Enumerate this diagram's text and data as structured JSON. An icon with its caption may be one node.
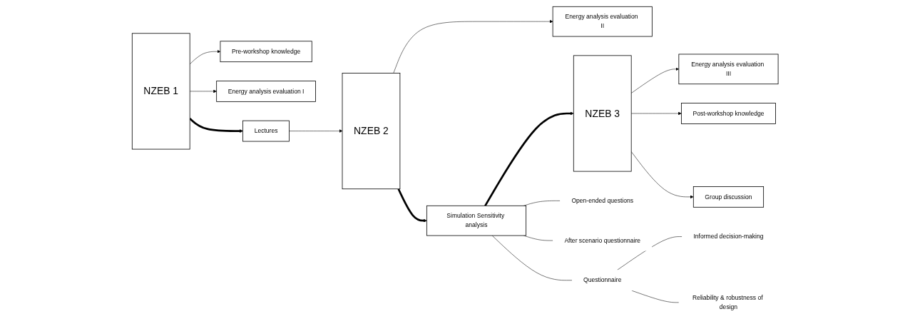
{
  "diagram": {
    "nodes": [
      {
        "text": [
          "Pre-workshop knowledge"
        ]
      },
      {
        "text": [
          "NZEB 1"
        ]
      },
      {
        "text": [
          "Energy analysis evaluation I"
        ]
      },
      {
        "text": [
          "Lectures"
        ]
      },
      {
        "text": [
          "NZEB 2"
        ]
      },
      {
        "text": [
          "Energy analysis evaluation II"
        ]
      },
      {
        "text": [
          "Simulation Sensitivity analysis"
        ]
      },
      {
        "text": [
          "NZEB 3"
        ]
      },
      {
        "text": [
          "Energy analysis evaluation III"
        ]
      },
      {
        "text": [
          "Post-workshop knowledge"
        ]
      },
      {
        "text": [
          "Group discussion"
        ]
      },
      {
        "text": [
          "Open-ended questions"
        ]
      },
      {
        "text": [
          "After scenario questionnaire"
        ]
      },
      {
        "text": [
          "Questionnaire"
        ]
      },
      {
        "text": [
          "Informed decision-making"
        ]
      },
      {
        "text": [
          "Reliability & robustness of design"
        ]
      }
    ],
    "edges": [
      {
        "from": 1,
        "to": 0,
        "arrow": "to"
      },
      {
        "from": 1,
        "to": 2,
        "arrow": "to"
      },
      {
        "from": 1,
        "to": 3,
        "arrow": "to",
        "style": "thick"
      },
      {
        "from": 3,
        "to": 4,
        "arrow": "to"
      },
      {
        "from": 4,
        "to": 5,
        "arrow": "to"
      },
      {
        "from": 4,
        "to": 6,
        "arrow": "to",
        "style": "thick"
      },
      {
        "from": 6,
        "to": 7,
        "arrow": "to",
        "style": "thick"
      },
      {
        "from": 7,
        "to": 8,
        "arrow": "to"
      },
      {
        "from": 7,
        "to": 9,
        "arrow": "to"
      },
      {
        "from": 7,
        "to": 10,
        "arrow": "to"
      },
      {
        "from": 6,
        "to": 11,
        "arrow": "none"
      },
      {
        "from": 6,
        "to": 12,
        "arrow": "none"
      },
      {
        "from": 6,
        "to": 13,
        "arrow": "none"
      },
      {
        "from": 13,
        "to": 14,
        "arrow": "none"
      },
      {
        "from": 13,
        "to": 15,
        "arrow": "none"
      }
    ]
  }
}
